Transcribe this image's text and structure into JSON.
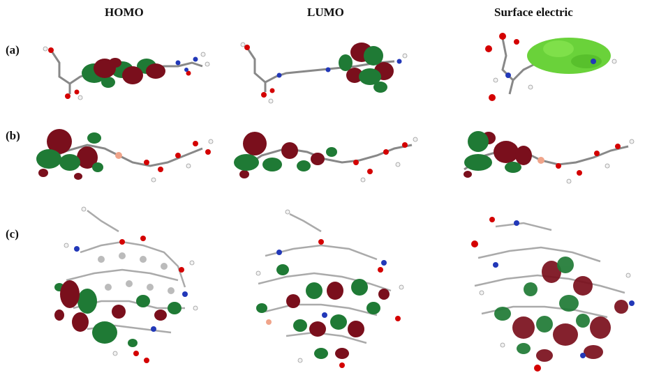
{
  "headers": {
    "homo": "HOMO",
    "lumo": "LUMO",
    "surface": "Surface electric"
  },
  "rows": {
    "a": "(a)",
    "b": "(b)",
    "c": "(c)"
  },
  "colors": {
    "lobe_positive": "#1f7a35",
    "lobe_negative": "#7a0f1c",
    "surface_green": "#6ad23a",
    "carbon": "#a8a8a8",
    "oxygen": "#d40000",
    "nitrogen": "#2238b8",
    "hydrogen": "#f2f2f2",
    "boron": "#f0a48a"
  }
}
